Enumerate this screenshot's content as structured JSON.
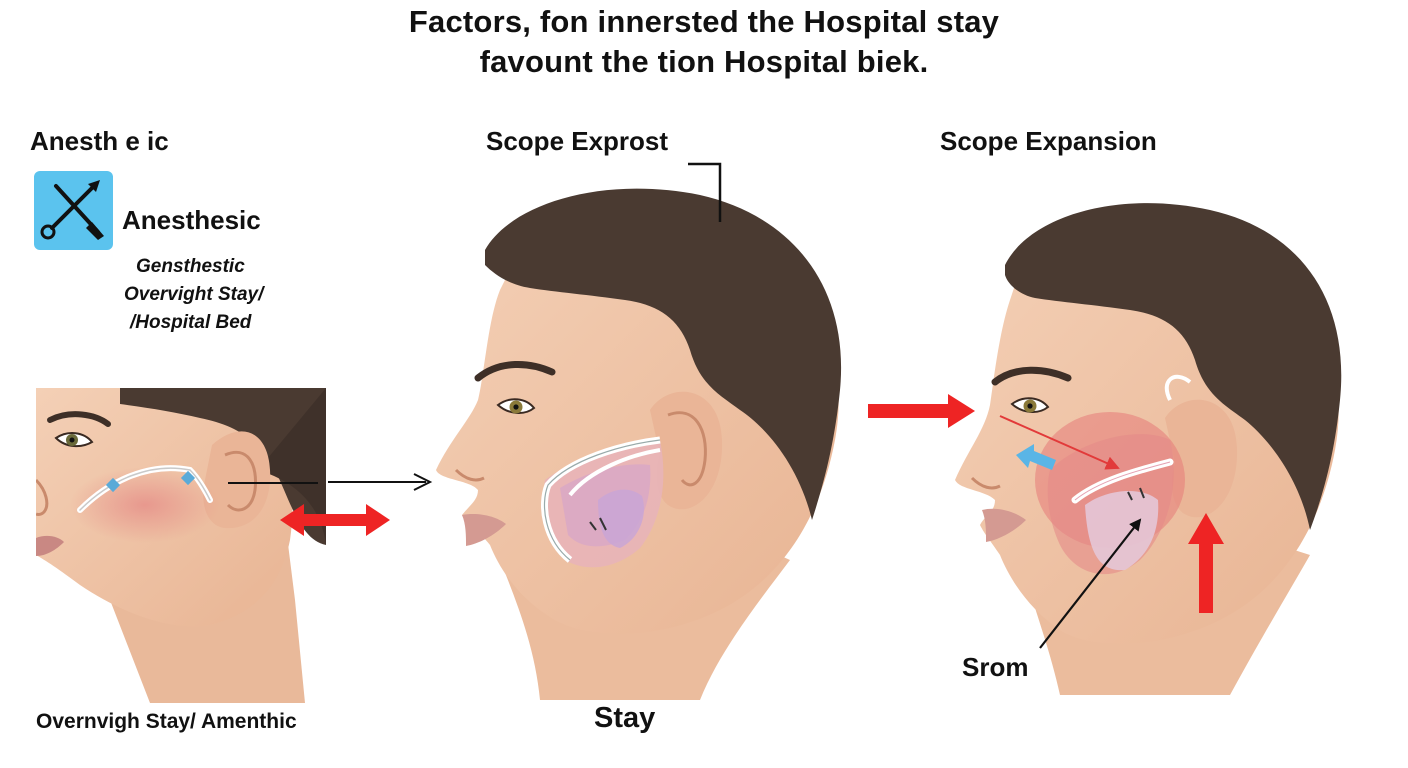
{
  "title": {
    "line1": "Factors, fon innersted the Hospital stay",
    "line2": "favount the tion Hospital biek."
  },
  "left_panel": {
    "heading": "Anesth e ic",
    "icon_name": "syringe-cross-icon",
    "icon_color": "#5BC3EE",
    "icon_label": "Anesthesic",
    "notes": [
      "Gensthestic",
      "Overvight Stay/",
      "/Hospital Bed"
    ],
    "caption": "Overnvigh Stay/ Amenthic"
  },
  "middle_panel": {
    "heading": "Scope Exprost",
    "caption": "Stay"
  },
  "right_panel": {
    "heading": "Scope Expansion",
    "callout": "Srom"
  },
  "colors": {
    "hair": "#4a3a31",
    "skin": "#f0c3a4",
    "skin_shade": "#e0a383",
    "inflamed": "#e48a88",
    "arrow_red": "#ee2424",
    "arrow_blue": "#5ab5e6"
  }
}
